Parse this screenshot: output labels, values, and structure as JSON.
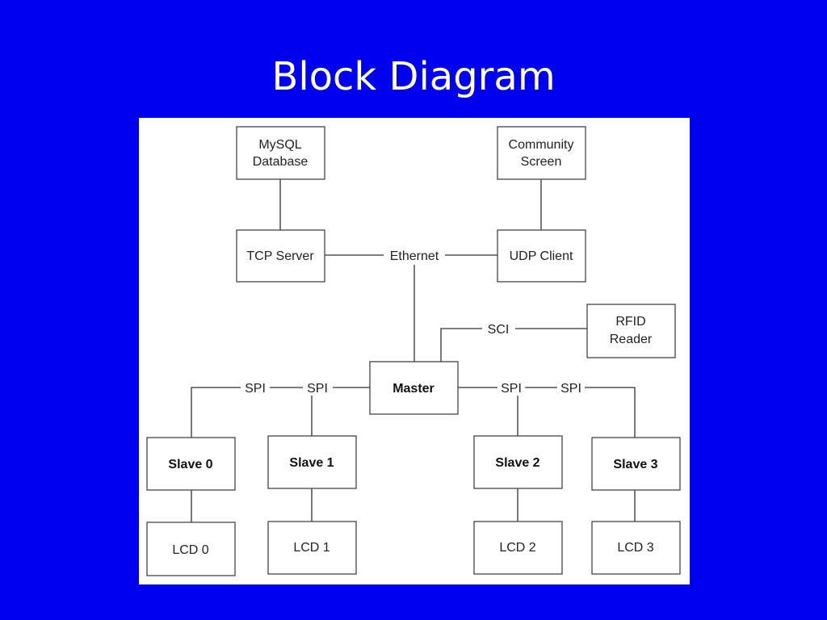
{
  "slide": {
    "title": "Block Diagram",
    "background_color": "#0000f0"
  },
  "diagram": {
    "nodes": {
      "mysql_database": [
        "MySQL",
        "Database"
      ],
      "community_screen": [
        "Community",
        "Screen"
      ],
      "tcp_server": "TCP Server",
      "udp_client": "UDP Client",
      "rfid_reader": [
        "RFID",
        "Reader"
      ],
      "master": "Master",
      "slave_0": "Slave 0",
      "slave_1": "Slave 1",
      "slave_2": "Slave 2",
      "slave_3": "Slave 3",
      "lcd_0": "LCD 0",
      "lcd_1": "LCD 1",
      "lcd_2": "LCD 2",
      "lcd_3": "LCD 3"
    },
    "links": {
      "ethernet": "Ethernet",
      "sci": "SCI",
      "spi_slave_0": "SPI",
      "spi_slave_1": "SPI",
      "spi_slave_2": "SPI",
      "spi_slave_3": "SPI"
    }
  }
}
